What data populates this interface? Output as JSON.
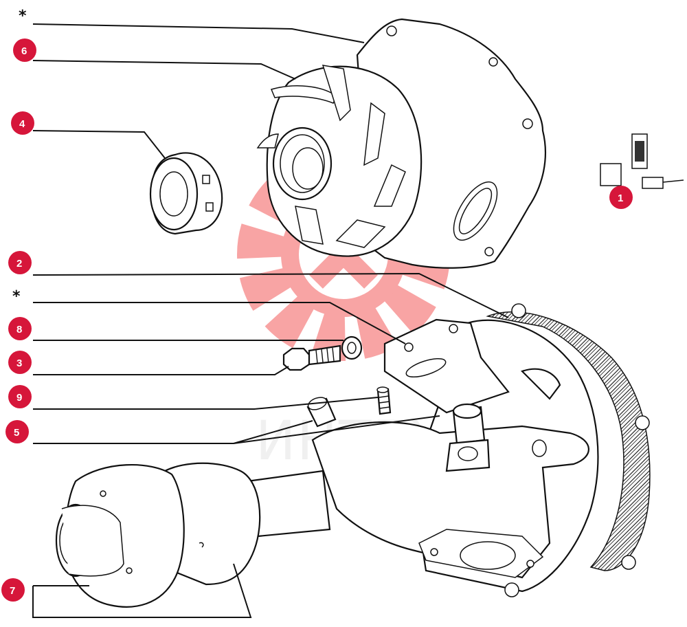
{
  "watermark": {
    "text": "ИНТЕХ",
    "color": "#f24b4b"
  },
  "callout_color": "#d6163a",
  "callouts": [
    {
      "id": "c-star-top",
      "label": "*",
      "kind": "star"
    },
    {
      "id": "c6",
      "label": "6",
      "kind": "badge"
    },
    {
      "id": "c4",
      "label": "4",
      "kind": "badge"
    },
    {
      "id": "c1",
      "label": "1",
      "kind": "badge"
    },
    {
      "id": "c2",
      "label": "2",
      "kind": "badge"
    },
    {
      "id": "c-star-mid",
      "label": "*",
      "kind": "star"
    },
    {
      "id": "c8",
      "label": "8",
      "kind": "badge"
    },
    {
      "id": "c3",
      "label": "3",
      "kind": "badge"
    },
    {
      "id": "c9",
      "label": "9",
      "kind": "badge"
    },
    {
      "id": "c5",
      "label": "5",
      "kind": "badge"
    },
    {
      "id": "c7",
      "label": "7",
      "kind": "badge"
    }
  ]
}
